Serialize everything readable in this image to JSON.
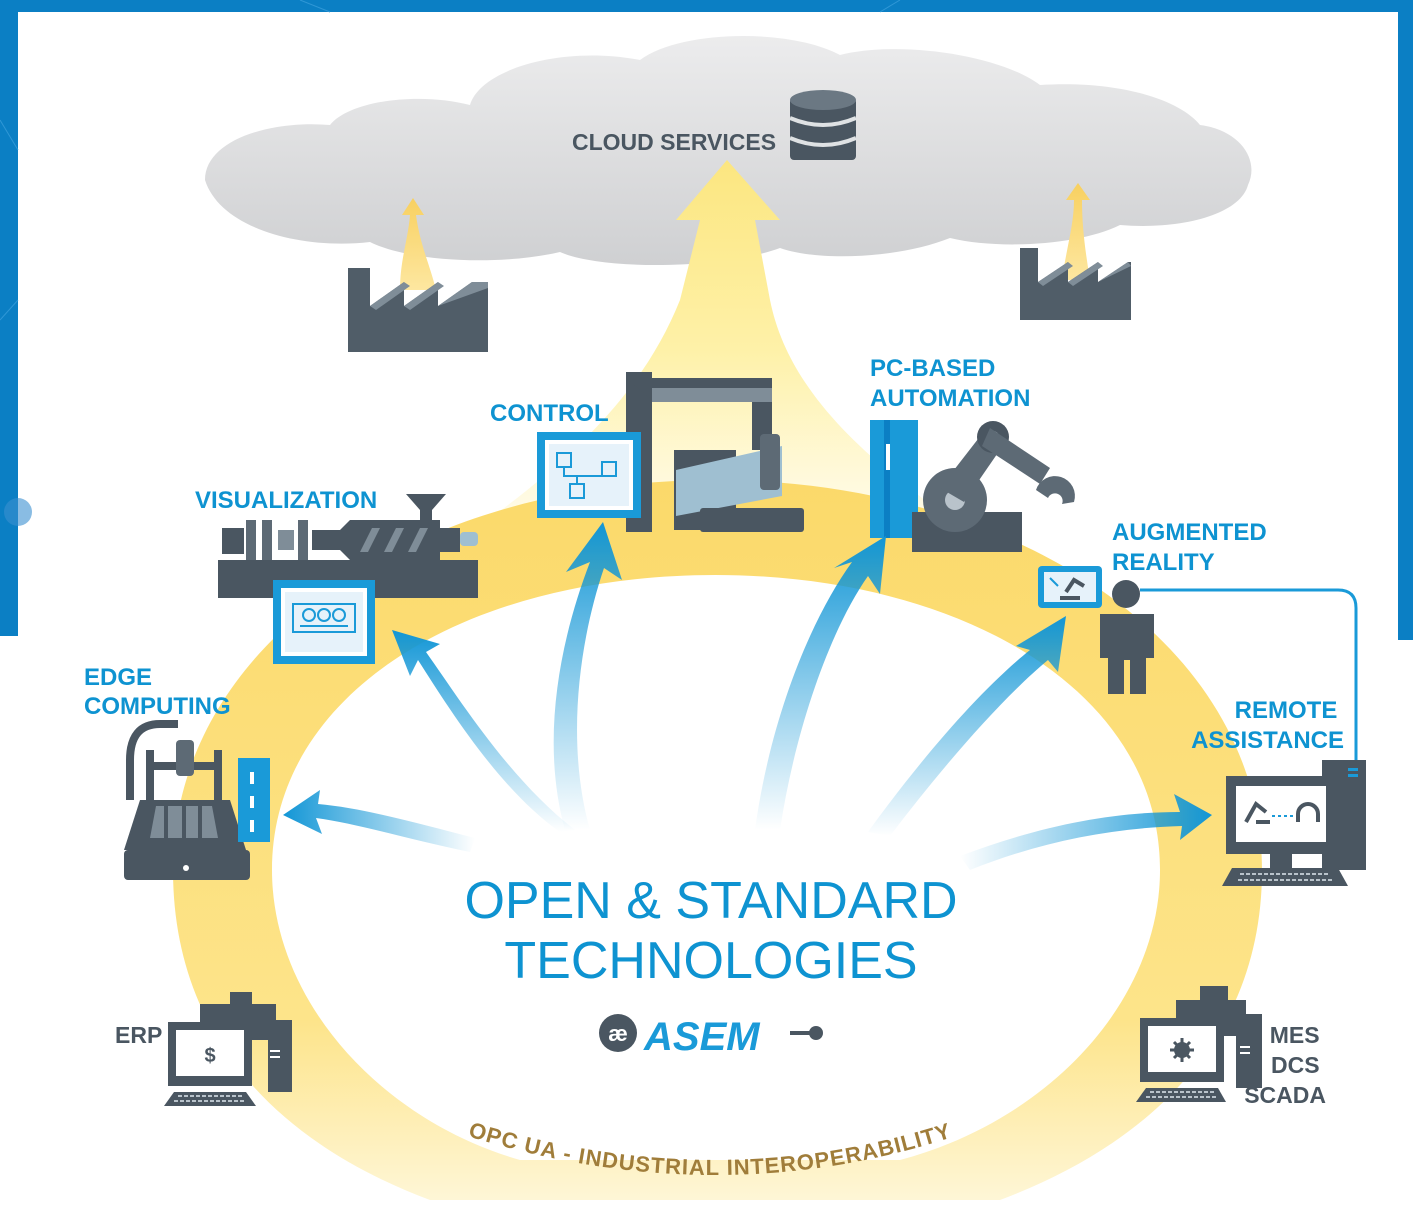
{
  "cloud": {
    "label": "CLOUD SERVICES"
  },
  "nodes": {
    "control": [
      "CONTROL"
    ],
    "pc_based": [
      "PC-BASED",
      "AUTOMATION"
    ],
    "visualization": [
      "VISUALIZATION"
    ],
    "augmented": [
      "AUGMENTED",
      "REALITY"
    ],
    "edge": [
      "EDGE",
      "COMPUTING"
    ],
    "remote": [
      "REMOTE",
      "ASSISTANCE"
    ],
    "erp": [
      "ERP"
    ],
    "mes": [
      "MES",
      "DCS",
      "SCADA"
    ]
  },
  "center": {
    "line1": "OPEN & STANDARD",
    "line2": "TECHNOLOGIES",
    "logo": "ASEM"
  },
  "ring_label": "OPC UA - INDUSTRIAL INTEROPERABILITY",
  "icons": {
    "erp_screen_glyph": "$",
    "mes_screen_glyph": "gear"
  },
  "colors": {
    "blue_frame": "#0b7fc4",
    "label_blue": "#0e93d1",
    "dark_gray": "#4a5661",
    "ring_yellow": "#fde48a",
    "cloud_gray": "#d9dadc",
    "ring_text": "#a07d3a"
  }
}
